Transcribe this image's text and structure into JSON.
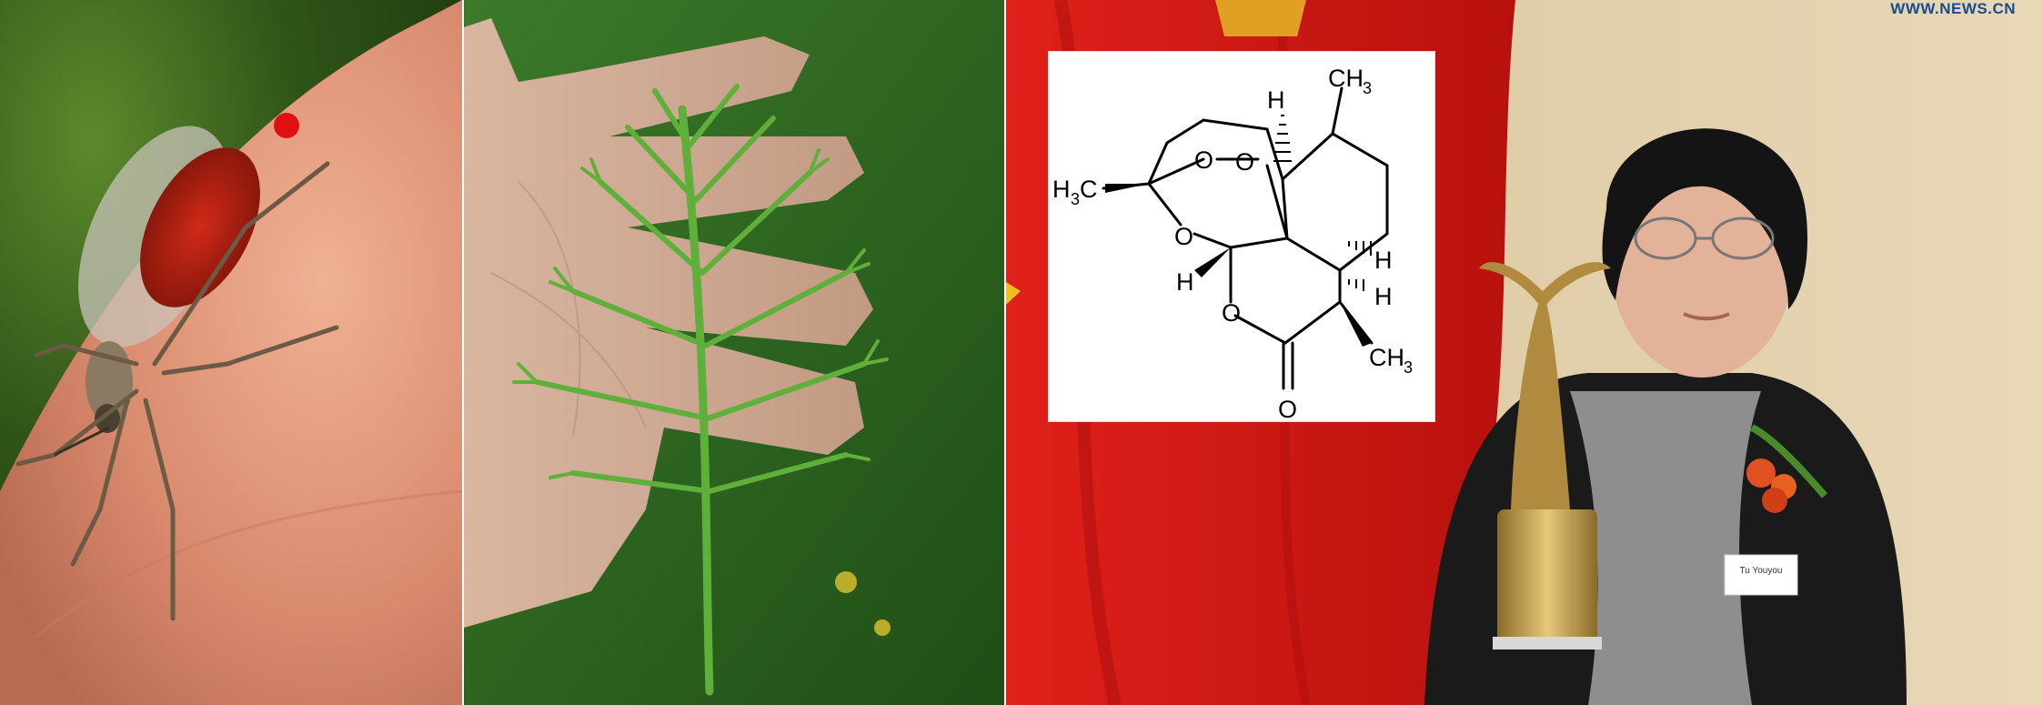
{
  "panels": [
    {
      "subject": "mosquito-feeding-on-skin"
    },
    {
      "subject": "artemisia-leaf-on-hand"
    },
    {
      "subject": "scientist-holding-award-trophy"
    }
  ],
  "watermark": "WWW.NEWS.CN",
  "molecule": {
    "label_ch3_top": "CH",
    "label_ch3_top_sub": "3",
    "label_h3c_left": "H",
    "label_h3c_left_sub": "3",
    "label_h3c_left_c": "C",
    "label_ch3_bottom": "CH",
    "label_ch3_bottom_sub": "3",
    "label_o": "O",
    "label_h": "H"
  },
  "name_badge": "Tu Youyou"
}
